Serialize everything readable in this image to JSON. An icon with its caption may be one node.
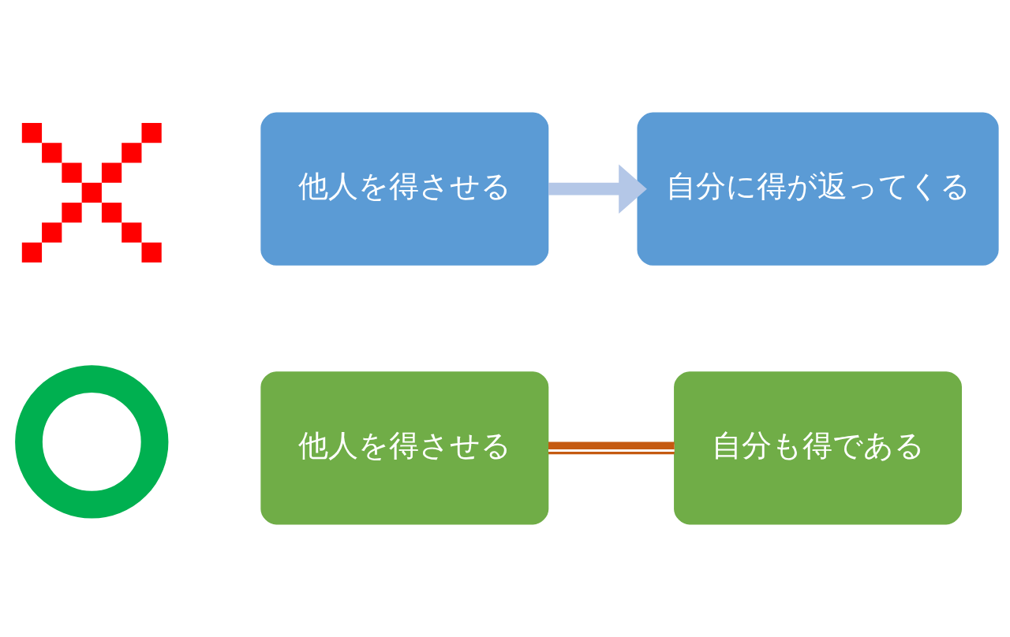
{
  "diagram": {
    "nodes": [
      {
        "text": [],
        "shape": "cross"
      },
      {
        "text": [
          "他人を得させる"
        ]
      },
      {
        "text": [
          "自分に得が返ってくる"
        ]
      },
      {
        "text": [],
        "shape": "circle"
      },
      {
        "text": [
          "他人を得させる"
        ]
      },
      {
        "text": [
          "自分も得である"
        ]
      }
    ],
    "edges": [
      {
        "from": 1,
        "to": 2,
        "arrow": "to",
        "color": "#b4c7e7"
      },
      {
        "from": 4,
        "to": 5,
        "arrow": "none",
        "color": "#c55a11"
      }
    ]
  }
}
